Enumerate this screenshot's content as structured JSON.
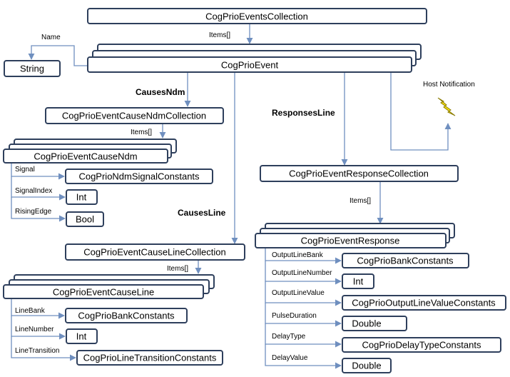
{
  "colors": {
    "box_stroke": "#2e3f5c",
    "line": "#6f8fbf",
    "lightning_fill": "#f7e312",
    "lightning_stroke": "#8a7a00"
  },
  "nodes": {
    "events_collection": "CogPrioEventsCollection",
    "event": "CogPrioEvent",
    "string": "String",
    "cause_ndm_collection": "CogPrioEventCauseNdmCollection",
    "cause_ndm": "CogPrioEventCauseNdm",
    "ndm_signal_constants": "CogPrioNdmSignalConstants",
    "int_signal_index": "Int",
    "bool_rising_edge": "Bool",
    "cause_line_collection": "CogPrioEventCauseLineCollection",
    "cause_line": "CogPrioEventCauseLine",
    "bank_constants_line": "CogPrioBankConstants",
    "int_line_number": "Int",
    "line_transition_constants": "CogPrioLineTransitionConstants",
    "response_collection": "CogPrioEventResponseCollection",
    "response": "CogPrioEventResponse",
    "bank_constants_resp": "CogPrioBankConstants",
    "int_output_line_number": "Int",
    "output_line_value_constants": "CogPrioOutputLineValueConstants",
    "double_pulse": "Double",
    "delay_type_constants": "CogPrioDelayTypeConstants",
    "double_delay": "Double"
  },
  "labels": {
    "items_top": "Items[]",
    "name": "Name",
    "causes_ndm": "CausesNdm",
    "responses_line": "ResponsesLine",
    "host_notification": "Host Notification",
    "items_ndm": "Items[]",
    "signal": "Signal",
    "signal_index": "SignalIndex",
    "rising_edge": "RisingEdge",
    "causes_line": "CausesLine",
    "items_resp": "Items[]",
    "items_line": "Items[]",
    "line_bank": "LineBank",
    "line_number": "LineNumber",
    "line_transition": "LineTransition",
    "output_line_bank": "OutputLineBank",
    "output_line_number": "OutputLineNumber",
    "output_line_value": "OutputLineValue",
    "pulse_duration": "PulseDuration",
    "delay_type": "DelayType",
    "delay_value": "DelayValue"
  },
  "icons": {
    "host_notification": "lightning-bolt-icon"
  }
}
